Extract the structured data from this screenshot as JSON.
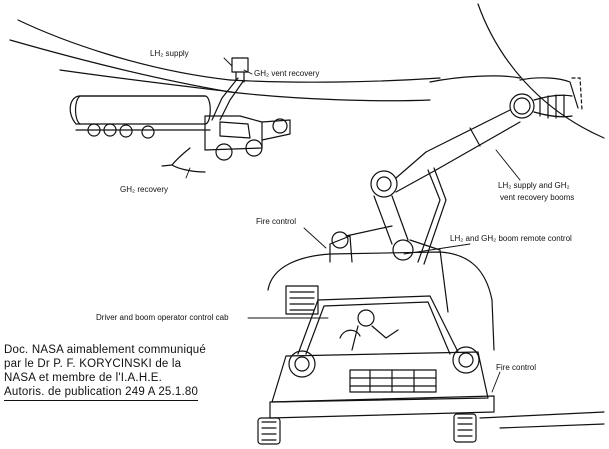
{
  "colors": {
    "ink": "#111111",
    "paper": "#ffffff"
  },
  "labels": {
    "lh2_supply": "LH₂ supply",
    "gh2_vent_recovery": "GH₂ vent recovery",
    "gh2_recovery": "GH₂ recovery",
    "booms_line1": "LH₂ supply and GH₂",
    "booms_line2": "vent recovery booms",
    "fire_control_top": "Fire control",
    "boom_remote_control": "LH₂ and GH₂ boom remote control",
    "driver_cab": "Driver and boom operator control cab",
    "fire_control_bottom": "Fire control"
  },
  "credit": {
    "line1": "Doc. NASA aimablement communiqué",
    "line2": "par le Dr  P. F.  KORYCINSKI  de la",
    "line3": "NASA  et  membre  de  l'I.A.H.E.",
    "line4": "Autoris. de publication 249 A 25.1.80"
  }
}
